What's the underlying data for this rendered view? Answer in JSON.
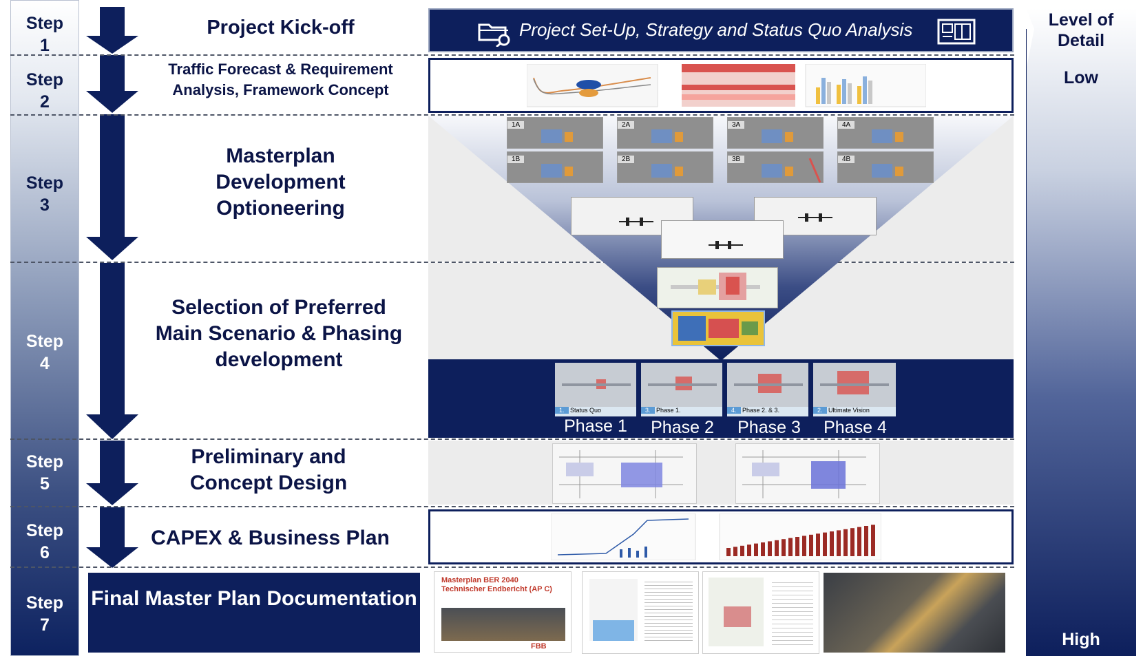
{
  "steps": [
    {
      "label": "Step 1",
      "title": "Project Kick-off"
    },
    {
      "label": "Step 2",
      "title": "Traffic Forecast & Requirement Analysis, Framework Concept"
    },
    {
      "label": "Step 3",
      "title": "Masterplan Development Optioneering"
    },
    {
      "label": "Step 4",
      "title": "Selection of Preferred Main Scenario & Phasing development"
    },
    {
      "label": "Step 5",
      "title": "Preliminary and Concept Design"
    },
    {
      "label": "Step 6",
      "title": "CAPEX & Business Plan"
    },
    {
      "label": "Step 7",
      "title": "Final Master Plan Documentation"
    }
  ],
  "banner": "Project Set-Up, Strategy and Status Quo Analysis",
  "options": [
    "1A",
    "2A",
    "3A",
    "4A",
    "1B",
    "2B",
    "3B",
    "4B"
  ],
  "phases": [
    {
      "name": "Phase 1",
      "tag_no": "1.",
      "tag": "Status Quo"
    },
    {
      "name": "Phase 2",
      "tag_no": "3.",
      "tag": "Phase 1."
    },
    {
      "name": "Phase 3",
      "tag_no": "4.",
      "tag": "Phase 2. & 3."
    },
    {
      "name": "Phase 4",
      "tag_no": "2.",
      "tag": "Ultimate Vision"
    }
  ],
  "level_of_detail": {
    "title": "Level of Detail",
    "low": "Low",
    "high": "High"
  },
  "report": {
    "title1": "Masterplan BER 2040",
    "title2": "Technischer Endbericht (AP C)",
    "logo": "FBB"
  },
  "colors": {
    "navy": "#0d1f5c",
    "title_text": "#0b1446",
    "chart_red": "#9b2a24",
    "chart_blue": "#2e5aa8",
    "highlight_red": "#d9534f"
  },
  "icons": [
    "folder-search-icon",
    "blueprint-icon",
    "down-arrow-icon"
  ]
}
